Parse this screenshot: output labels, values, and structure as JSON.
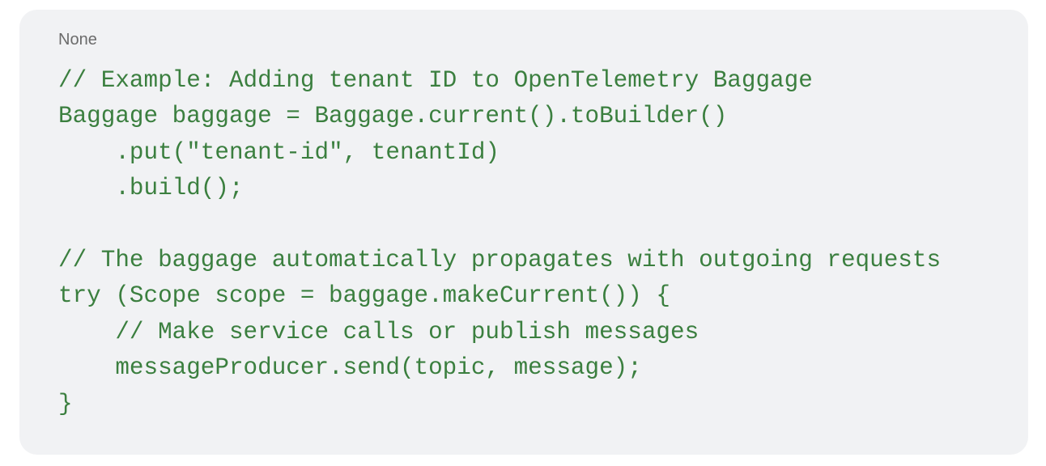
{
  "code_block": {
    "language_label": "None",
    "lines": [
      "// Example: Adding tenant ID to OpenTelemetry Baggage",
      "Baggage baggage = Baggage.current().toBuilder()",
      "    .put(\"tenant-id\", tenantId)",
      "    .build();",
      "",
      "// The baggage automatically propagates with outgoing requests",
      "try (Scope scope = baggage.makeCurrent()) {",
      "    // Make service calls or publish messages",
      "    messageProducer.send(topic, message);",
      "}"
    ],
    "text_color": "#3b7f3f",
    "background_color": "#f1f2f4"
  }
}
